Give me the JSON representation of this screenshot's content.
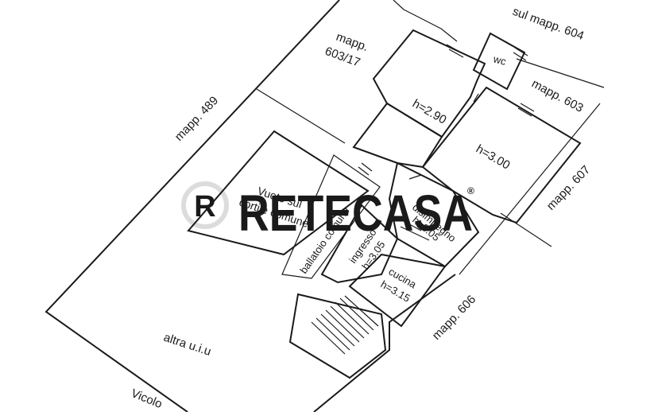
{
  "labels": {
    "mapp_604": "sul mapp. 604",
    "mapp_603_17_a": "mapp.",
    "mapp_603_17_b": "603/17",
    "wc": "wc",
    "h_290": "h=2.90",
    "mapp_603": "mapp. 603",
    "mapp_489": "mapp. 489",
    "h_300": "h=3.00",
    "mapp_607": "mapp. 607",
    "vuoto_a": "Vuoto sul",
    "vuoto_b": "cortile comune",
    "ballatoio": "ballatoio comune",
    "disimpegno_a": "disimpegno",
    "disimpegno_b": "h=3.05",
    "ingresso_a": "ingresso",
    "ingresso_b": "h=3.05",
    "cucina_a": "cucina",
    "cucina_b": "h=3.15",
    "mapp_606": "mapp. 606",
    "altra_uiu": "altra u.i.u",
    "vicolo": "Vicolo"
  },
  "watermark": {
    "logo_letter": "R",
    "brand": "RETECASA",
    "mark": "®",
    "color": "#dcdcdc"
  }
}
